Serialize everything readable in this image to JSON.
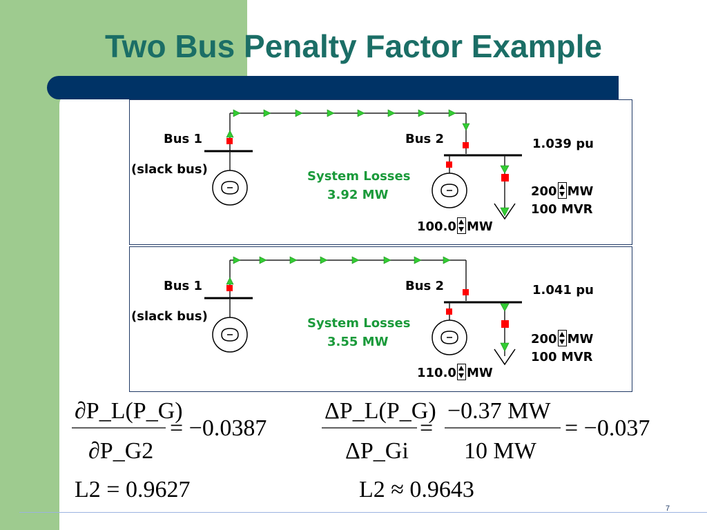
{
  "slide": {
    "title": "Two Bus Penalty Factor Example",
    "page_number": "7"
  },
  "colors": {
    "title": "#1b6e66",
    "green_band": "#9ecb8f",
    "title_bar": "#003366",
    "loss_text": "#1a9a3a",
    "flow_arrow": "#33cc33",
    "breaker": "#ff0000"
  },
  "icons": [
    "generator-icon",
    "spinner-icon",
    "flow-arrow-icon",
    "breaker-icon",
    "load-arrow-icon"
  ],
  "diagrams": [
    {
      "bus1_label": "Bus 1",
      "slack_label": "(slack bus)",
      "bus2_label": "Bus 2",
      "voltage": "1.039 pu",
      "losses_label": "System Losses",
      "losses_value": "3.92 MW",
      "gen_value": "100.0",
      "gen_unit": "MW",
      "load_mw_value": "200",
      "load_mw_unit": "MW",
      "load_mvr": "100 MVR"
    },
    {
      "bus1_label": "Bus 1",
      "slack_label": "(slack bus)",
      "bus2_label": "Bus 2",
      "voltage": "1.041 pu",
      "losses_label": "System Losses",
      "losses_value": "3.55 MW",
      "gen_value": "110.0",
      "gen_unit": "MW",
      "load_mw_value": "200",
      "load_mw_unit": "MW",
      "load_mvr": "100 MVR"
    }
  ],
  "equations": {
    "eq1": {
      "numerator": "∂P_L(P_G)",
      "denominator": "∂P_G2",
      "result": "= −0.0387"
    },
    "eq2": {
      "numerator": "ΔP_L(P_G)",
      "denominator": "ΔP_Gi",
      "middle_numerator": "−0.37 MW",
      "middle_denominator": "10 MW",
      "result": "= −0.037"
    },
    "l2_exact": "L2 = 0.9627",
    "l2_approx": "L2 ≈ 0.9643"
  }
}
